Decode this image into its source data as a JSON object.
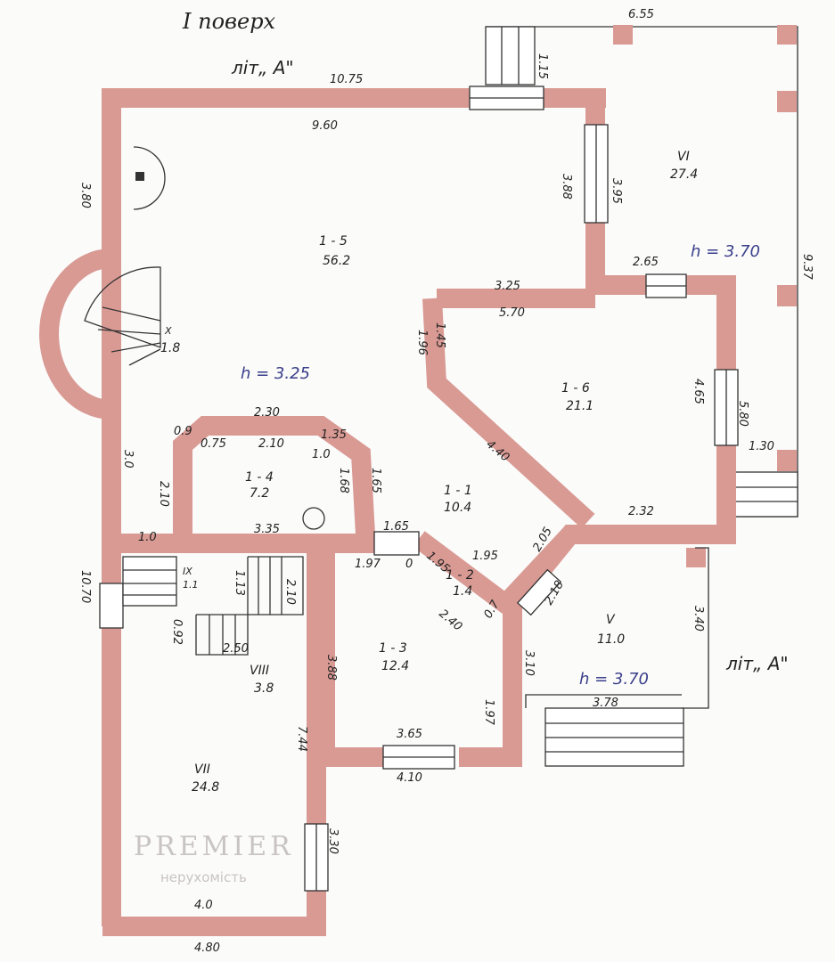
{
  "title": "I поверх",
  "letter_a_top": "літ„ А\"",
  "letter_a_right": "літ„ А\"",
  "watermark": {
    "brand": "PREMIER",
    "sub": "нерухомість"
  },
  "rooms": {
    "r1_5": {
      "num": "1 - 5",
      "area": "56.2"
    },
    "r1_6": {
      "num": "1 - 6",
      "area": "21.1"
    },
    "r1_4": {
      "num": "1 - 4",
      "area": "7.2"
    },
    "r1_1": {
      "num": "1 - 1",
      "area": "10.4"
    },
    "r1_2": {
      "num": "1 - 2",
      "area": "1.4"
    },
    "r1_3": {
      "num": "1 - 3",
      "area": "12.4"
    },
    "rV": {
      "num": "V",
      "area": "11.0"
    },
    "rVI": {
      "num": "VI",
      "area": "27.4"
    },
    "rVII": {
      "num": "VII",
      "area": "24.8"
    },
    "rVIII": {
      "num": "VIII",
      "area": "3.8"
    },
    "rIX": {
      "num": "IX",
      "area": "1.1"
    },
    "rX": {
      "num": "X",
      "area": "1.8"
    }
  },
  "heights": {
    "main": "h = 3.25",
    "vi": "h = 3.70",
    "v": "h = 3.70"
  },
  "dims": [
    "6.55",
    "1.15",
    "10.75",
    "9.60",
    "3.88",
    "3.95",
    "3.80",
    "9.37",
    "2.65",
    "3.25",
    "5.70",
    "1.96",
    "1.45",
    "4.65",
    "5.80",
    "1.30",
    "2.30",
    "0.9",
    "0.75",
    "2.10",
    "1.35",
    "1.0",
    "1.68",
    "1.65",
    "3.0",
    "2.10",
    "3.35",
    "4.40",
    "2.32",
    "1.65",
    "1.97",
    "0",
    "1.95",
    "1.95",
    "2.05",
    "2.18",
    "0.7",
    "2.40",
    "10.70",
    "1.0",
    "1.13",
    "2.10",
    "0.92",
    "2.50",
    "3.88",
    "1.97",
    "3.10",
    "3.40",
    "3.78",
    "3.65",
    "4.10",
    "7.44",
    "3.30",
    "4.0",
    "4.80"
  ]
}
